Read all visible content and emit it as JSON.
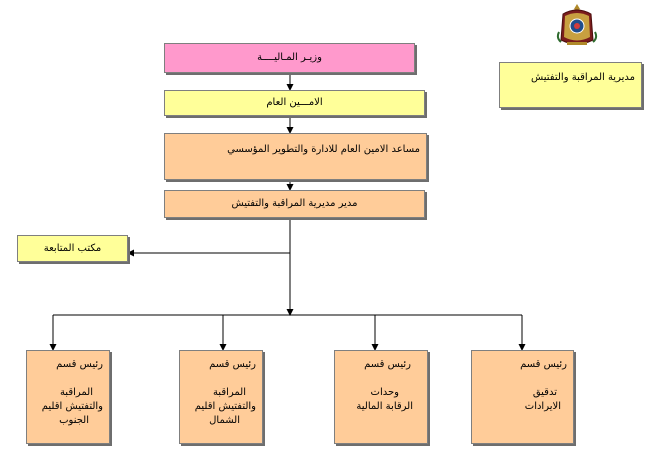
{
  "emblem": {
    "icon": "royal-crown-coat-of-arms-icon"
  },
  "colors": {
    "pink": "#ff99cc",
    "yellow": "#ffff99",
    "peach": "#ffcc99"
  },
  "side_title": "مديرية المراقبة والتفتيش",
  "nodes": {
    "minister": "وزيـر المـاليــــة",
    "secretary_general": "الامـــين العام",
    "assistant_secretary": "مساعد الامين العام للادارة والتطوير المؤسسي",
    "director": "مدير مديرية المراقبة والتفتيش",
    "followup_office": "مكتب المتابعة"
  },
  "sections": [
    {
      "title": "رئيس قسم",
      "line1": "تدقيق",
      "line2": "الايرادات",
      "line3": ""
    },
    {
      "title": "رئيس قسم",
      "line1": "وحدات",
      "line2": "الرقابة المالية",
      "line3": ""
    },
    {
      "title": "رئيس قسم",
      "line1": "المراقبة",
      "line2": "والتفتيش اقليم",
      "line3": "الشمال"
    },
    {
      "title": "رئيس قسم",
      "line1": "المراقبة",
      "line2": "والتفتيش اقليم",
      "line3": "الجنوب"
    }
  ]
}
